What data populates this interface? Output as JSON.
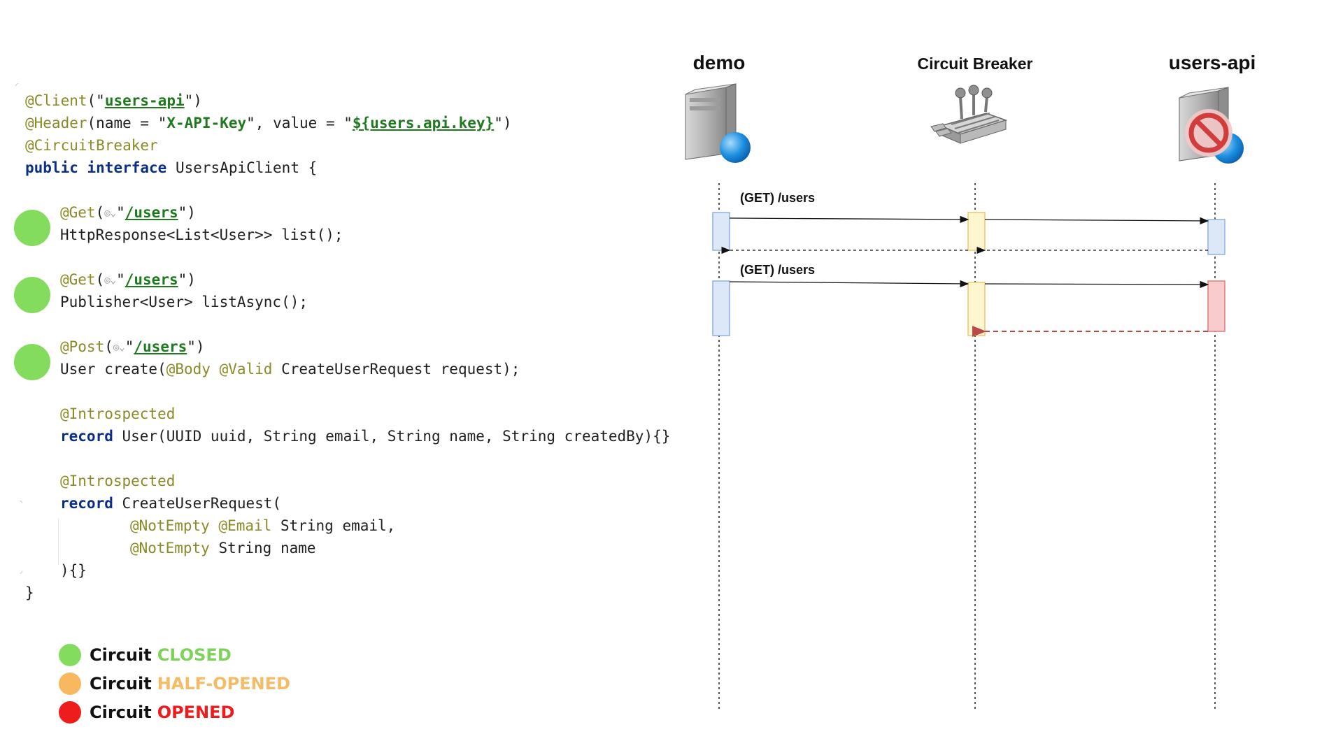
{
  "code": {
    "client_annotation": "@Client",
    "client_value": "users-api",
    "header_annotation": "@Header",
    "header_name_kw": "name = ",
    "header_name_value": "X-API-Key",
    "header_value_kw": ", value = ",
    "header_value_value": "${users.api.key}",
    "circuit_breaker_annotation": "@CircuitBreaker",
    "interface_kw_public": "public",
    "interface_kw_interface": "interface",
    "interface_name": " UsersApiClient {",
    "methods": [
      {
        "annotation": "@Get",
        "uri": "/users",
        "signature": "HttpResponse<List<User>> list();"
      },
      {
        "annotation": "@Get",
        "uri": "/users",
        "signature": "Publisher<User> listAsync();"
      },
      {
        "annotation": "@Post",
        "uri": "/users",
        "signature_prefix": "User create(",
        "param_annotations": "@Body @Valid",
        "signature_suffix": " CreateUserRequest request);"
      }
    ],
    "introspected": "@Introspected",
    "record_kw": "record",
    "user_record": " User(UUID uuid, String email, String name, String createdBy){}",
    "create_record": " CreateUserRequest(",
    "field1_annotations": "@NotEmpty @Email",
    "field1_rest": " String email,",
    "field2_annotations": "@NotEmpty",
    "field2_rest": " String name",
    "record_close": "){}",
    "interface_close": "}",
    "globe_icon": "globe-icon"
  },
  "legend": {
    "items": [
      {
        "prefix": "Circuit",
        "state": "CLOSED",
        "color": "#84dc5e",
        "state_color": "#7fd35a"
      },
      {
        "prefix": "Circuit",
        "state": "HALF-OPENED",
        "color": "#f8b860",
        "state_color": "#f4bc68"
      },
      {
        "prefix": "Circuit",
        "state": "OPENED",
        "color": "#ee1c1c",
        "state_color": "#ee1c1c"
      }
    ]
  },
  "diagram": {
    "actors": [
      {
        "name": "demo",
        "icon": "server-globe-icon"
      },
      {
        "name": "Circuit Breaker",
        "icon": "circuit-breaker-icon"
      },
      {
        "name": "users-api",
        "icon": "server-blocked-icon"
      }
    ],
    "messages": [
      {
        "label": "(GET) /users"
      },
      {
        "label": "(GET) /users"
      }
    ],
    "colors": {
      "demo_activation": "#dce8f8",
      "cb_activation": "#fff5cf",
      "api_ok_activation": "#dce8f8",
      "api_fail_activation": "#f8cccc",
      "failure_arrow": "#b84a4a"
    }
  }
}
